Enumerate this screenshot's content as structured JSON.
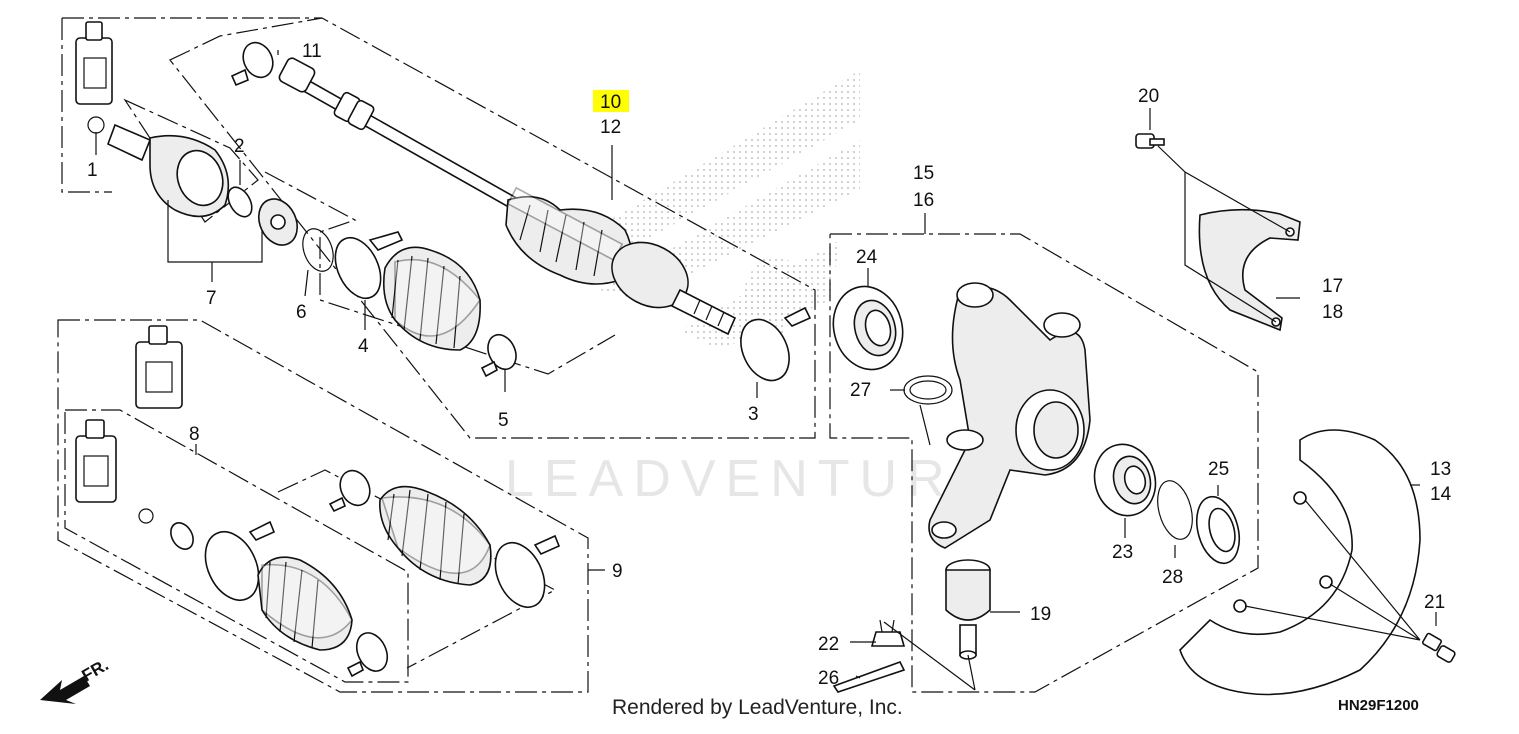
{
  "watermark": "LEADVENTURE",
  "credit": "Rendered by LeadVenture, Inc.",
  "diagram_code": "HN29F1200",
  "direction_label": "FR.",
  "highlight_color": "#ffff00",
  "callouts": {
    "c1": "1",
    "c2": "2",
    "c3": "3",
    "c4": "4",
    "c5": "5",
    "c6": "6",
    "c7": "7",
    "c8": "8",
    "c9": "9",
    "c10": "10",
    "c11": "11",
    "c12": "12",
    "c13": "13",
    "c14": "14",
    "c15": "15",
    "c16": "16",
    "c17": "17",
    "c18": "18",
    "c19": "19",
    "c20": "20",
    "c21": "21",
    "c22": "22",
    "c23": "23",
    "c24": "24",
    "c25": "25",
    "c26": "26",
    "c27": "27",
    "c28": "28"
  },
  "highlighted_callout": "10"
}
